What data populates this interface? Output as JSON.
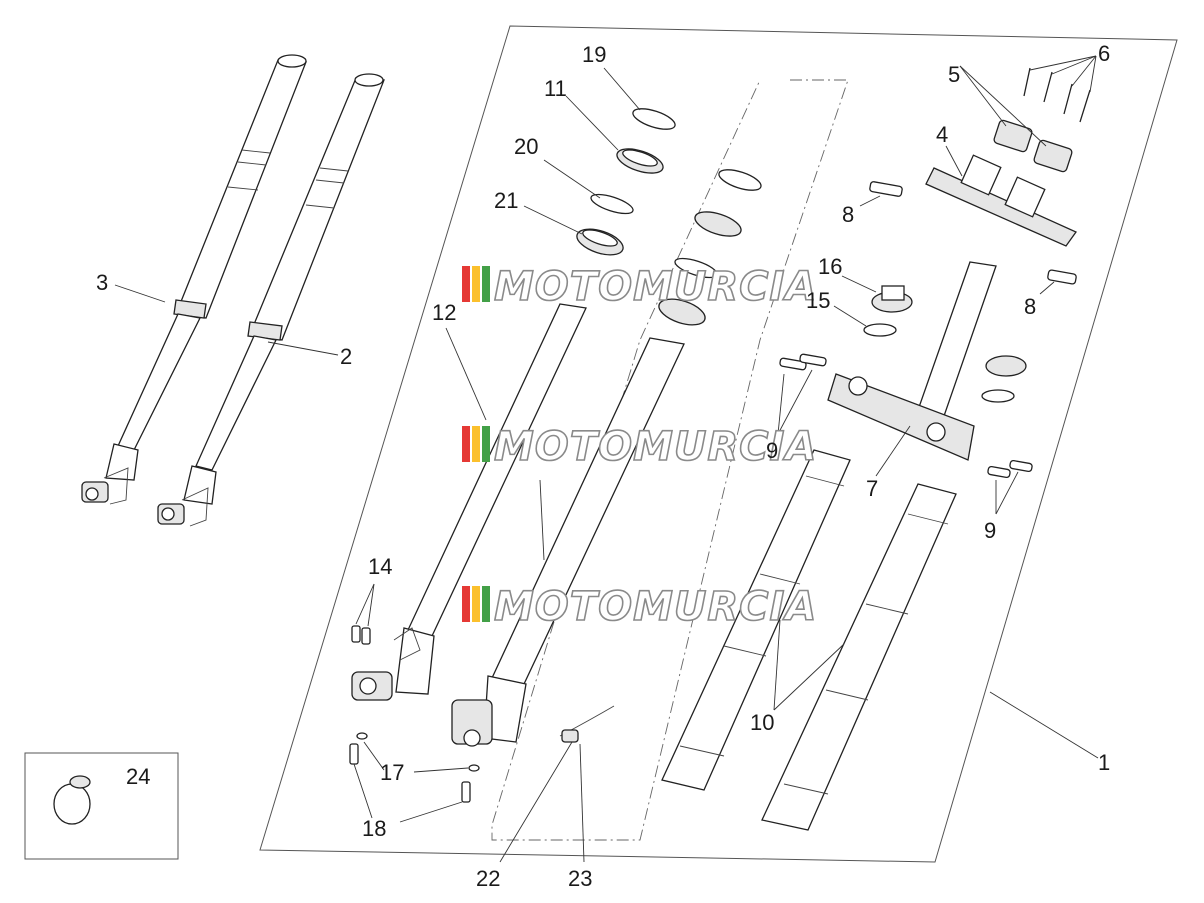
{
  "diagram": {
    "labels": {
      "l1": "1",
      "l2": "2",
      "l3": "3",
      "l4": "4",
      "l5": "5",
      "l6": "6",
      "l7": "7",
      "l8a": "8",
      "l8b": "8",
      "l9a": "9",
      "l9b": "9",
      "l10": "10",
      "l11": "11",
      "l12": "12",
      "l14": "14",
      "l15": "15",
      "l16": "16",
      "l17": "17",
      "l18": "18",
      "l19": "19",
      "l20": "20",
      "l21": "21",
      "l22": "22",
      "l23": "23",
      "l24": "24"
    },
    "watermark": "MOTOMURCIA",
    "colors": {
      "wm_red": "#e53935",
      "wm_yellow": "#fbc02d",
      "wm_green": "#43a047"
    }
  }
}
